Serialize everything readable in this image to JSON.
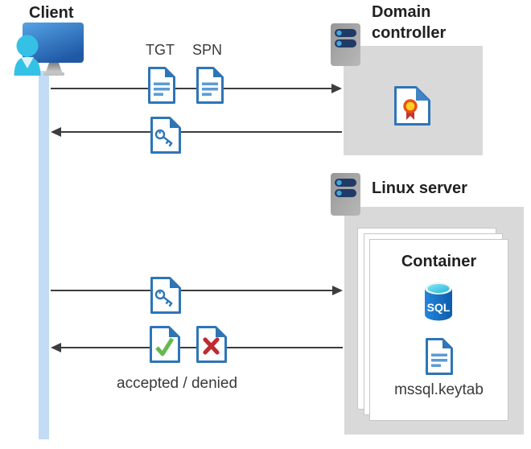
{
  "diagram": {
    "client": {
      "label": "Client"
    },
    "flow": {
      "tgt_label": "TGT",
      "spn_label": "SPN",
      "result_label": "accepted / denied"
    },
    "domain_controller": {
      "label": "Domain controller"
    },
    "linux_server": {
      "label": "Linux server"
    },
    "container": {
      "label": "Container",
      "sql_badge": "SQL",
      "keytab_label": "mssql.keytab"
    },
    "colors": {
      "doc_blue": "#2e75b6",
      "doc_line_blue": "#5b9bd5",
      "lifeline_blue": "#c3dcf6",
      "panel_gray": "#d9d9d9",
      "arrow_gray": "#3d3d3d",
      "accept_green": "#66b94e",
      "deny_red": "#bf2b30",
      "sql_blue": "#1272cc",
      "sql_cyan": "#45d0ed",
      "person_cyan": "#35c1e5",
      "server_pill_navy": "#203a66",
      "cert_yellow": "#ffd21e",
      "cert_red": "#c13533"
    }
  }
}
